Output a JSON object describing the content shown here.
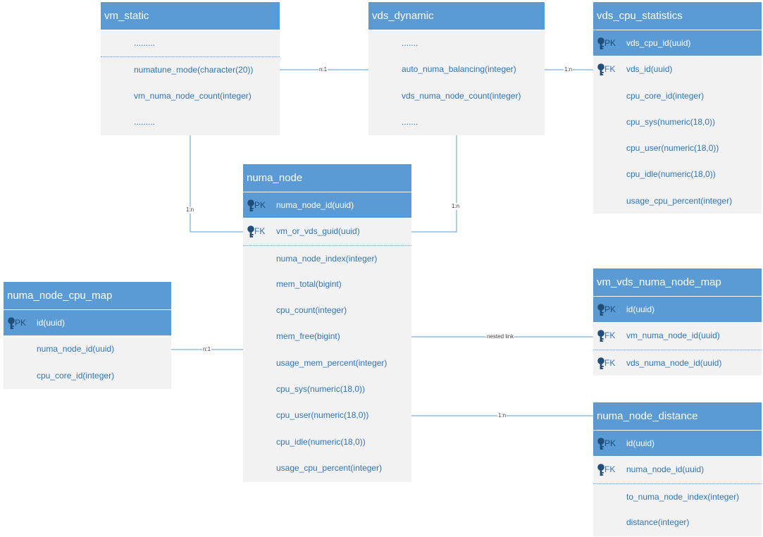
{
  "entities": {
    "vm_static": {
      "title": "vm_static",
      "rows": [
        {
          "key": "",
          "field": "........."
        },
        {
          "key": "",
          "field": "numatune_mode(character(20))"
        },
        {
          "key": "",
          "field": "vm_numa_node_count(integer)"
        },
        {
          "key": "",
          "field": "........."
        }
      ]
    },
    "vds_dynamic": {
      "title": "vds_dynamic",
      "rows": [
        {
          "key": "",
          "field": "......."
        },
        {
          "key": "",
          "field": "auto_numa_balancing(integer)"
        },
        {
          "key": "",
          "field": "vds_numa_node_count(integer)"
        },
        {
          "key": "",
          "field": "......."
        }
      ]
    },
    "vds_cpu_statistics": {
      "title": "vds_cpu_statistics",
      "rows": [
        {
          "key": "PK",
          "field": "vds_cpu_id(uuid)"
        },
        {
          "key": "FK",
          "field": "vds_id(uuid)"
        },
        {
          "key": "",
          "field": "cpu_core_id(integer)"
        },
        {
          "key": "",
          "field": "cpu_sys(numeric(18,0))"
        },
        {
          "key": "",
          "field": "cpu_user(numeric(18,0))"
        },
        {
          "key": "",
          "field": "cpu_idle(numeric(18,0))"
        },
        {
          "key": "",
          "field": "usage_cpu_percent(integer)"
        }
      ]
    },
    "numa_node": {
      "title": "numa_node",
      "rows": [
        {
          "key": "PK",
          "field": "numa_node_id(uuid)"
        },
        {
          "key": "FK",
          "field": "vm_or_vds_guid(uuid)"
        },
        {
          "key": "",
          "field": "numa_node_index(integer)"
        },
        {
          "key": "",
          "field": "mem_total(bigint)"
        },
        {
          "key": "",
          "field": "cpu_count(integer)"
        },
        {
          "key": "",
          "field": "mem_free(bigint)"
        },
        {
          "key": "",
          "field": "usage_mem_percent(integer)"
        },
        {
          "key": "",
          "field": "cpu_sys(numeric(18,0))"
        },
        {
          "key": "",
          "field": "cpu_user(numeric(18,0))"
        },
        {
          "key": "",
          "field": "cpu_idle(numeric(18,0))"
        },
        {
          "key": "",
          "field": "usage_cpu_percent(integer)"
        }
      ]
    },
    "numa_node_cpu_map": {
      "title": "numa_node_cpu_map",
      "rows": [
        {
          "key": "PK",
          "field": "id(uuid)"
        },
        {
          "key": "",
          "field": "numa_node_id(uuid)"
        },
        {
          "key": "",
          "field": "cpu_core_id(integer)"
        }
      ]
    },
    "vm_vds_numa_node_map": {
      "title": "vm_vds_numa_node_map",
      "rows": [
        {
          "key": "PK",
          "field": "id(uuid)"
        },
        {
          "key": "FK",
          "field": "vm_numa_node_id(uuid)"
        },
        {
          "key": "FK",
          "field": "vds_numa_node_id(uuid)"
        }
      ]
    },
    "numa_node_distance": {
      "title": "numa_node_distance",
      "rows": [
        {
          "key": "PK",
          "field": "id(uuid)"
        },
        {
          "key": "FK",
          "field": "numa_node_id(uuid)"
        },
        {
          "key": "",
          "field": "to_numa_node_index(integer)"
        },
        {
          "key": "",
          "field": "distance(integer)"
        }
      ]
    }
  },
  "relations": {
    "vm_static_vds_dynamic": "n:1",
    "vds_dynamic_vds_cpu_statistics": "1:n",
    "vm_static_numa_node": "1:n",
    "vds_dynamic_numa_node": "1:n",
    "numa_node_cpu_map_numa_node": "n:1",
    "numa_node_vm_vds_numa_node_map": "nested link",
    "numa_node_numa_node_distance": "1:n"
  },
  "colors": {
    "header": "#5b9bd5",
    "body": "#f2f2f2",
    "field_text": "#2e75b6",
    "key_icon": "#1f4e79",
    "line": "#5b9bd5"
  }
}
